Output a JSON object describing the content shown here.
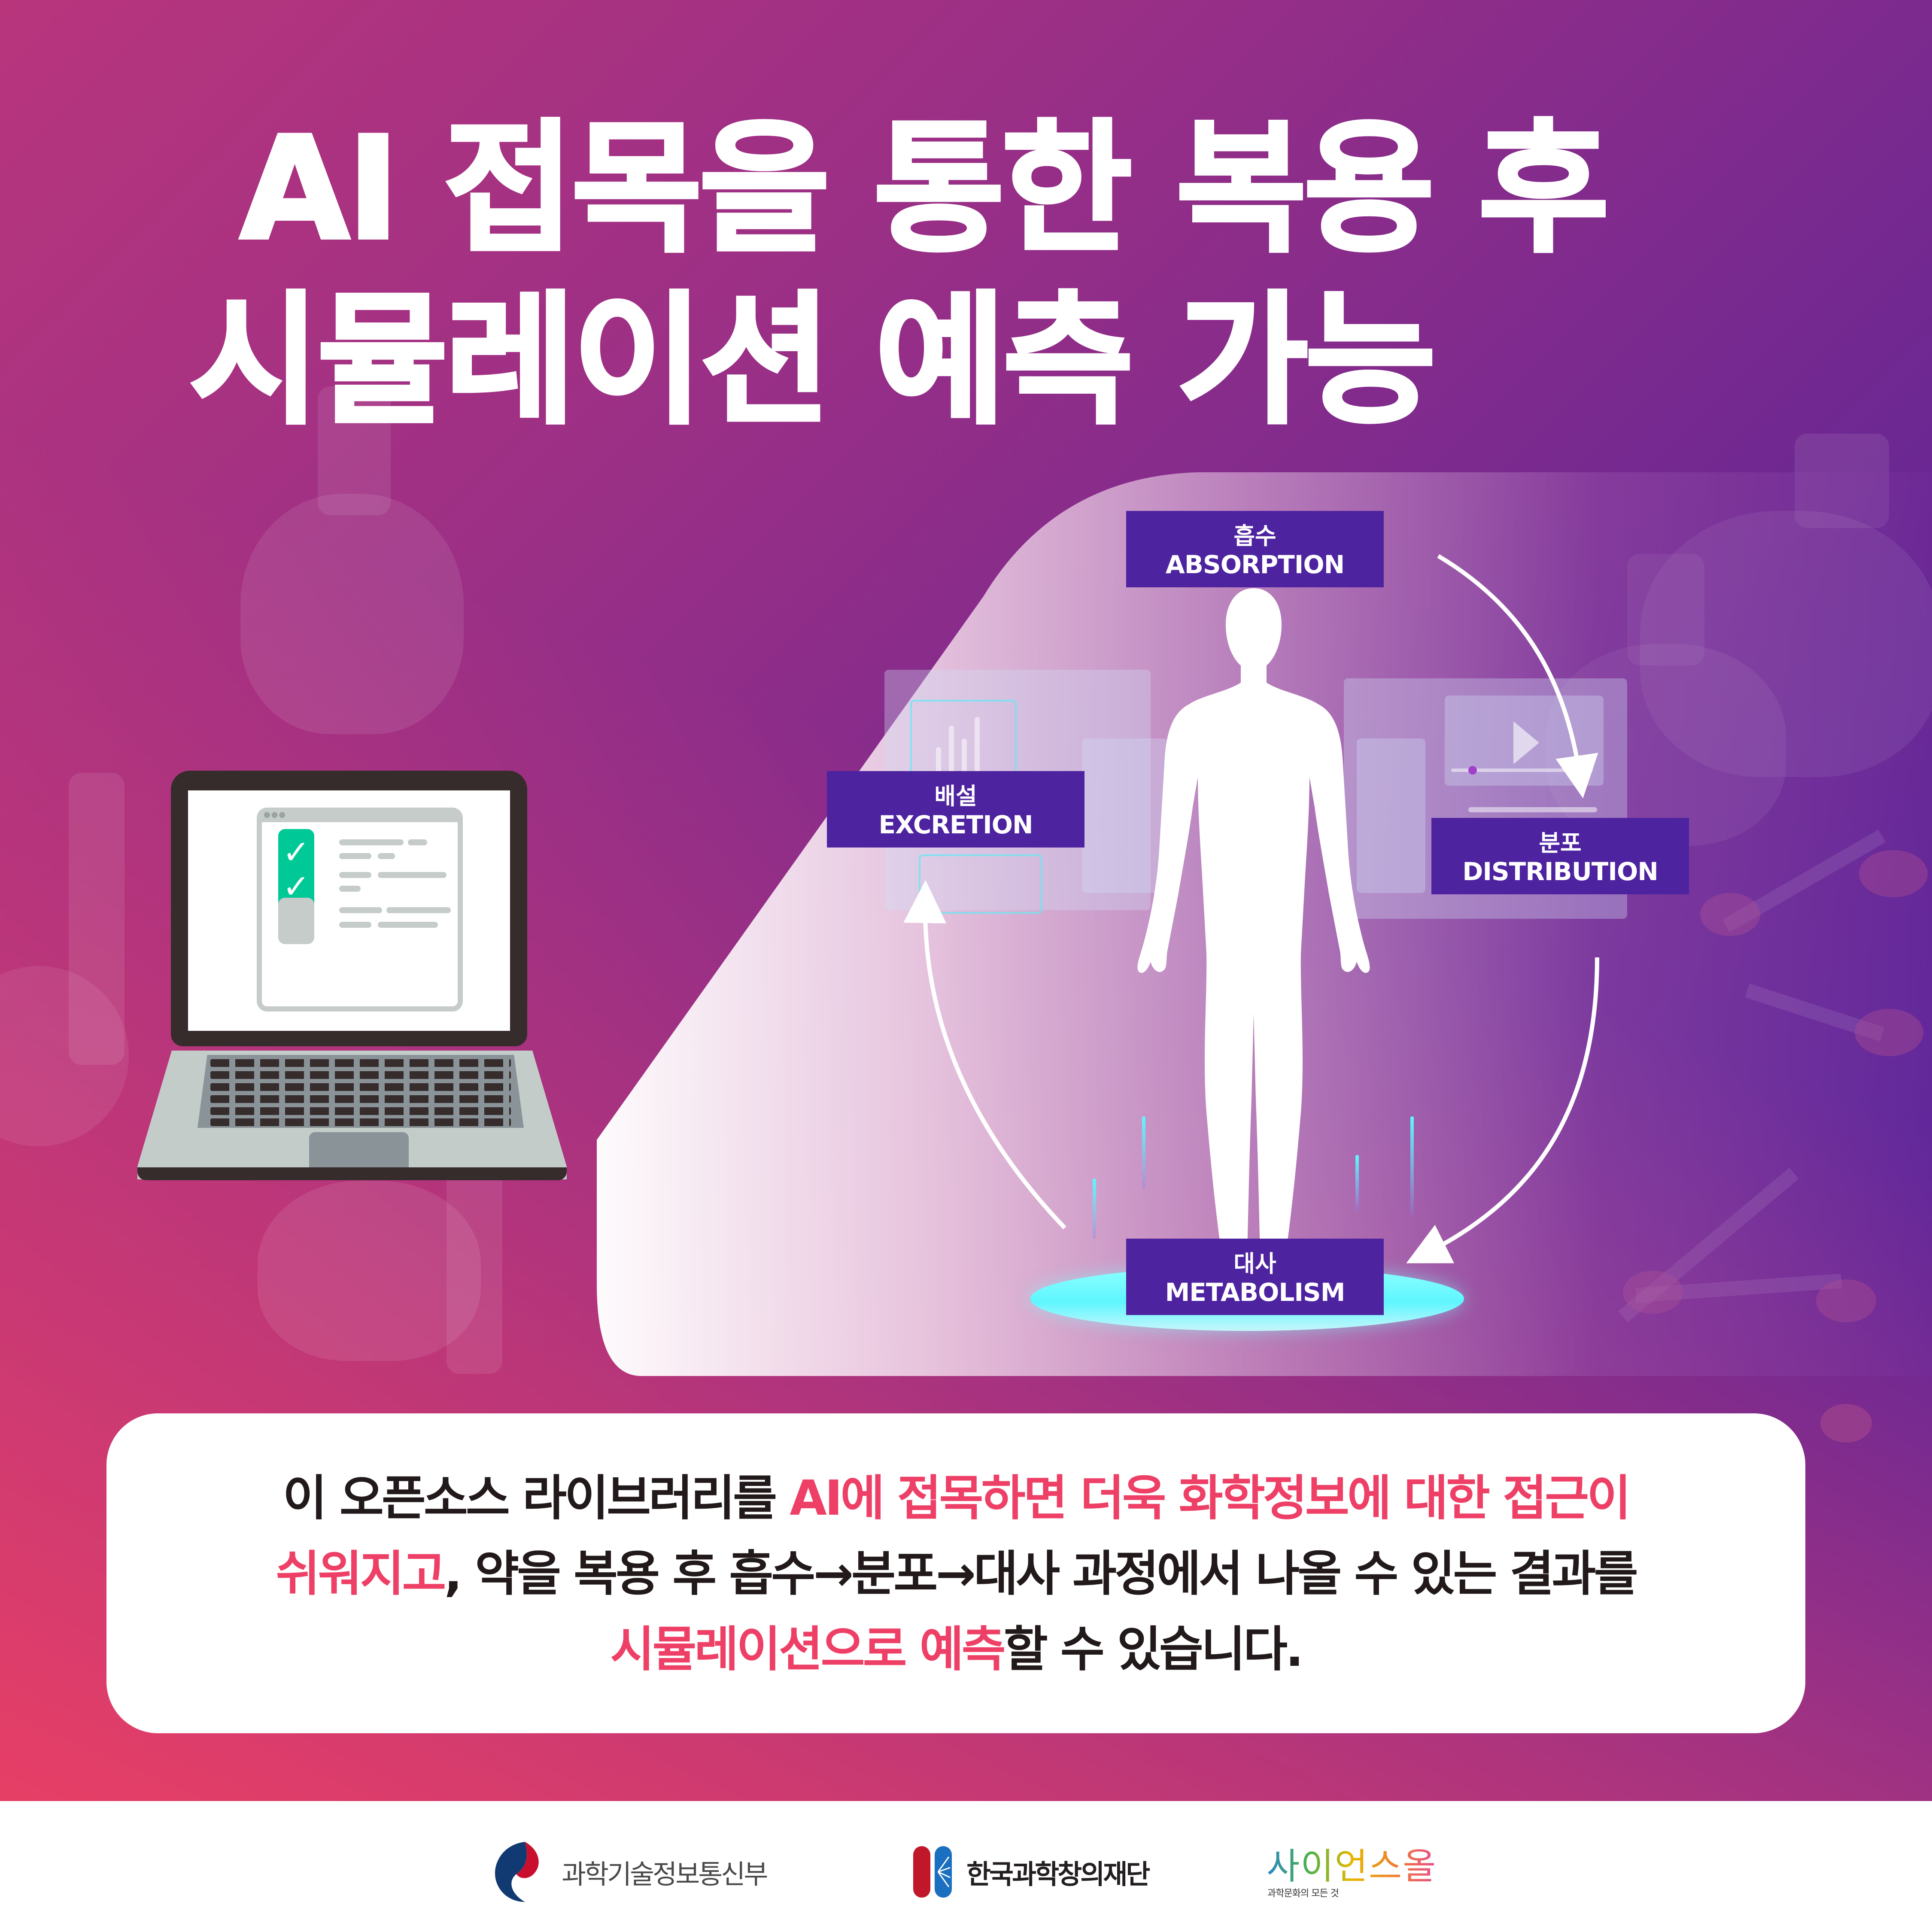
{
  "title": {
    "line1": "AI 접목을 통한 복용 후",
    "line2": "시뮬레이션 예측 가능"
  },
  "cycle": {
    "absorption": {
      "ko": "흡수",
      "en": "ABSORPTION"
    },
    "distribution": {
      "ko": "분포",
      "en": "DISTRIBUTION"
    },
    "metabolism": {
      "ko": "대사",
      "en": "METABOLISM"
    },
    "excretion": {
      "ko": "배설",
      "en": "EXCRETION"
    },
    "arrow_direction": "clockwise"
  },
  "laptop": {
    "checklist": [
      {
        "state": "checked",
        "icon": "check-icon"
      },
      {
        "state": "checked",
        "icon": "check-icon"
      },
      {
        "state": "unchecked",
        "icon": "empty-box-icon"
      }
    ],
    "window_dots": "●●●"
  },
  "info": {
    "line1": [
      {
        "text": "이 오픈소스 라이브러리를 ",
        "highlight": false
      },
      {
        "text": "AI에 접목하면 더욱 화학정보에 대한 접근이",
        "highlight": true
      }
    ],
    "line2": [
      {
        "text": "쉬워지고",
        "highlight": true
      },
      {
        "text": ", 약을 복용 후 흡수→분포→대사 과정에서 나올 수 있는 결과를",
        "highlight": false
      }
    ],
    "line3": [
      {
        "text": "시뮬레이션으로 예측",
        "highlight": true
      },
      {
        "text": "할 수 있습니다.",
        "highlight": false
      }
    ]
  },
  "footer": {
    "logos": [
      {
        "name": "과학기술정보통신부",
        "icon": "taegeuk-icon"
      },
      {
        "name": "한국과학창의재단",
        "icon": "kofac-icon"
      },
      {
        "name": "사이언스올",
        "tagline": "과학문화의 모든 것",
        "icon": "scienceall-logo"
      }
    ]
  },
  "colors": {
    "label_bg": "#4e23a0",
    "highlight": "#ee4066",
    "text_dark": "#221a1a",
    "bg_top_left": "#b8357c",
    "bg_top_right": "#4c23a0",
    "bg_bottom_left": "#ec4066",
    "platform": "#5ff6ff",
    "check_green": "#00c896"
  }
}
